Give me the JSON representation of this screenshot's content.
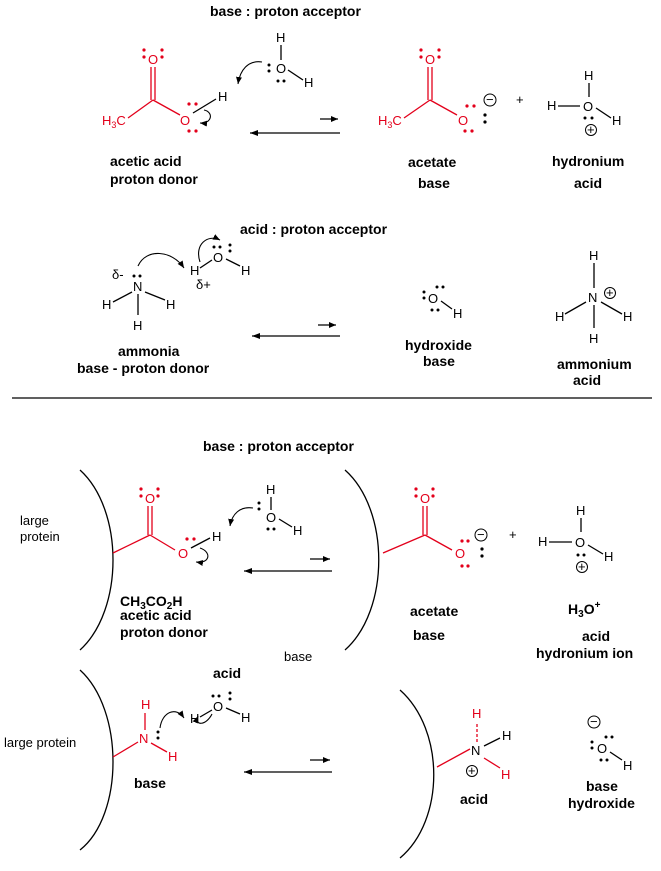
{
  "colors": {
    "red": "#e3001b",
    "black": "#000000"
  },
  "top": {
    "heading": "base : proton acceptor",
    "acetic_label_1": "acetic acid",
    "acetic_label_2": "proton donor",
    "acetate_label_1": "acetate",
    "acetate_label_2": "base",
    "hydronium_label_1": "hydronium",
    "hydronium_label_2": "acid",
    "plus": "+"
  },
  "second": {
    "heading": "acid : proton acceptor",
    "ammonia_label_1": "ammonia",
    "ammonia_label_2": "base - proton donor",
    "hydroxide_label_1": "hydroxide",
    "hydroxide_label_2": "base",
    "ammonium_label_1": "ammonium",
    "ammonium_label_2": "acid",
    "delta_minus": "δ-",
    "delta_plus": "δ+"
  },
  "third": {
    "heading": "base : proton acceptor",
    "protein_label_1": "large",
    "protein_label_2": "protein",
    "formula_main": "CH",
    "formula_sub1": "3",
    "formula_mid": "CO",
    "formula_sub2": "2",
    "formula_end": "H",
    "acetic_label_1": "acetic acid",
    "acetic_label_2": "proton donor",
    "acetate_label_1": "acetate",
    "acetate_label_2": "base",
    "h3o_main": "H",
    "h3o_sub": "3",
    "h3o_o": "O",
    "h3o_sup": "+",
    "h3o_label_1": "acid",
    "h3o_label_2": "hydronium ion",
    "base_word": "base",
    "plus": "+"
  },
  "fourth": {
    "acid_top": "acid",
    "protein_label": "large protein",
    "base_label": "base",
    "acid_label": "acid",
    "hydroxide_label_1": "base",
    "hydroxide_label_2": "hydroxide"
  },
  "atoms": {
    "H": "H",
    "O": "O",
    "N": "N",
    "H3C_main": "H",
    "H3C_sub": "3",
    "H3C_c": "C",
    "plus_circle": "+",
    "minus_circle": "−"
  }
}
